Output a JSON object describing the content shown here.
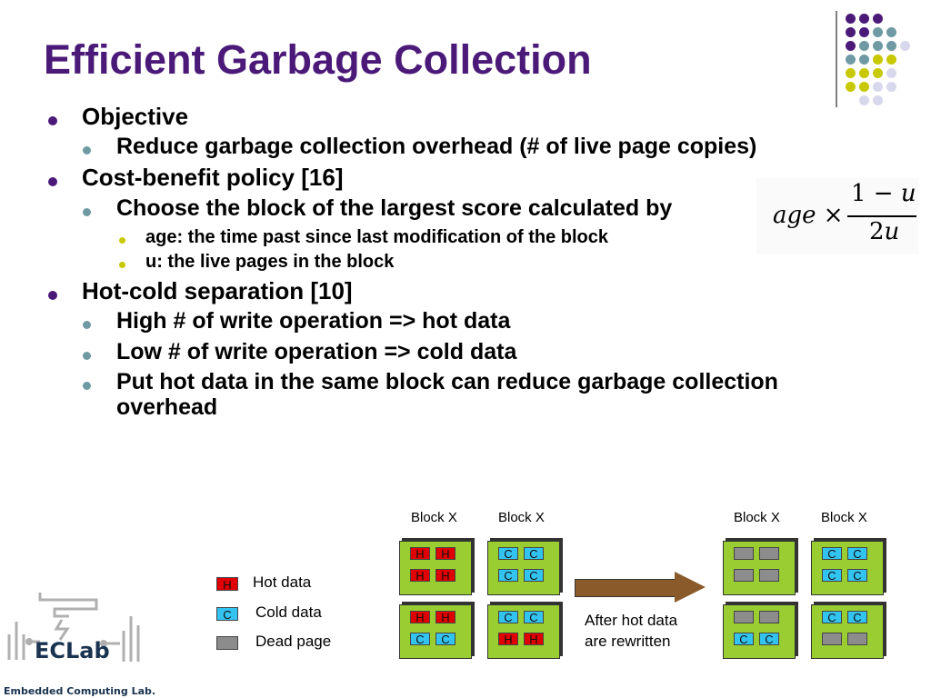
{
  "title": "Efficient Garbage Collection",
  "bullets": [
    {
      "level": 1,
      "text": "Objective"
    },
    {
      "level": 2,
      "text": "Reduce garbage collection overhead (# of live page copies)"
    },
    {
      "level": 1,
      "text": "Cost-benefit policy [16]"
    },
    {
      "level": 2,
      "text": "Choose the block of the largest score calculated by"
    },
    {
      "level": 3,
      "text": "age: the time past since last modification of the block"
    },
    {
      "level": 3,
      "text": "u: the live pages in the block"
    },
    {
      "level": 1,
      "text": "Hot-cold separation [10]"
    },
    {
      "level": 2,
      "text": "High # of write operation => hot data"
    },
    {
      "level": 2,
      "text": "Low # of write operation => cold data"
    },
    {
      "level": 2,
      "text": "Put hot data in the same block can reduce garbage collection"
    },
    {
      "level": 2,
      "text": "overhead"
    }
  ],
  "formula": {
    "lhs": "age",
    "times": "×",
    "numerator_const": "1 −",
    "numerator_var": "u",
    "denominator_const": "2",
    "denominator_var": "u"
  },
  "diagram": {
    "block_labels": [
      "Block X",
      "Block X",
      "Block X",
      "Block X"
    ],
    "hot_letter": "H",
    "cold_letter": "C",
    "arrow_caption_line1": "After hot data",
    "arrow_caption_line2": "are rewritten",
    "legend": [
      {
        "type": "hot",
        "letter": "H",
        "label": "Hot data"
      },
      {
        "type": "cold",
        "letter": "C",
        "label": "Cold data"
      },
      {
        "type": "dead",
        "letter": "",
        "label": "Dead page"
      }
    ],
    "colors": {
      "hot": "#e00000",
      "cold": "#33c3f0",
      "dead": "#8c8c8c",
      "block": "#9acd32",
      "arrow": "#8b5a2b"
    }
  },
  "logo": {
    "name": "ECLab",
    "subtitle": "Embedded Computing Lab."
  },
  "theme": {
    "title_color": "#4b1a78",
    "dot_purple": "#4b1a78",
    "dot_teal": "#6f9aa3",
    "dot_yellow": "#c8c800",
    "dot_lavender": "#d8d8ec"
  }
}
